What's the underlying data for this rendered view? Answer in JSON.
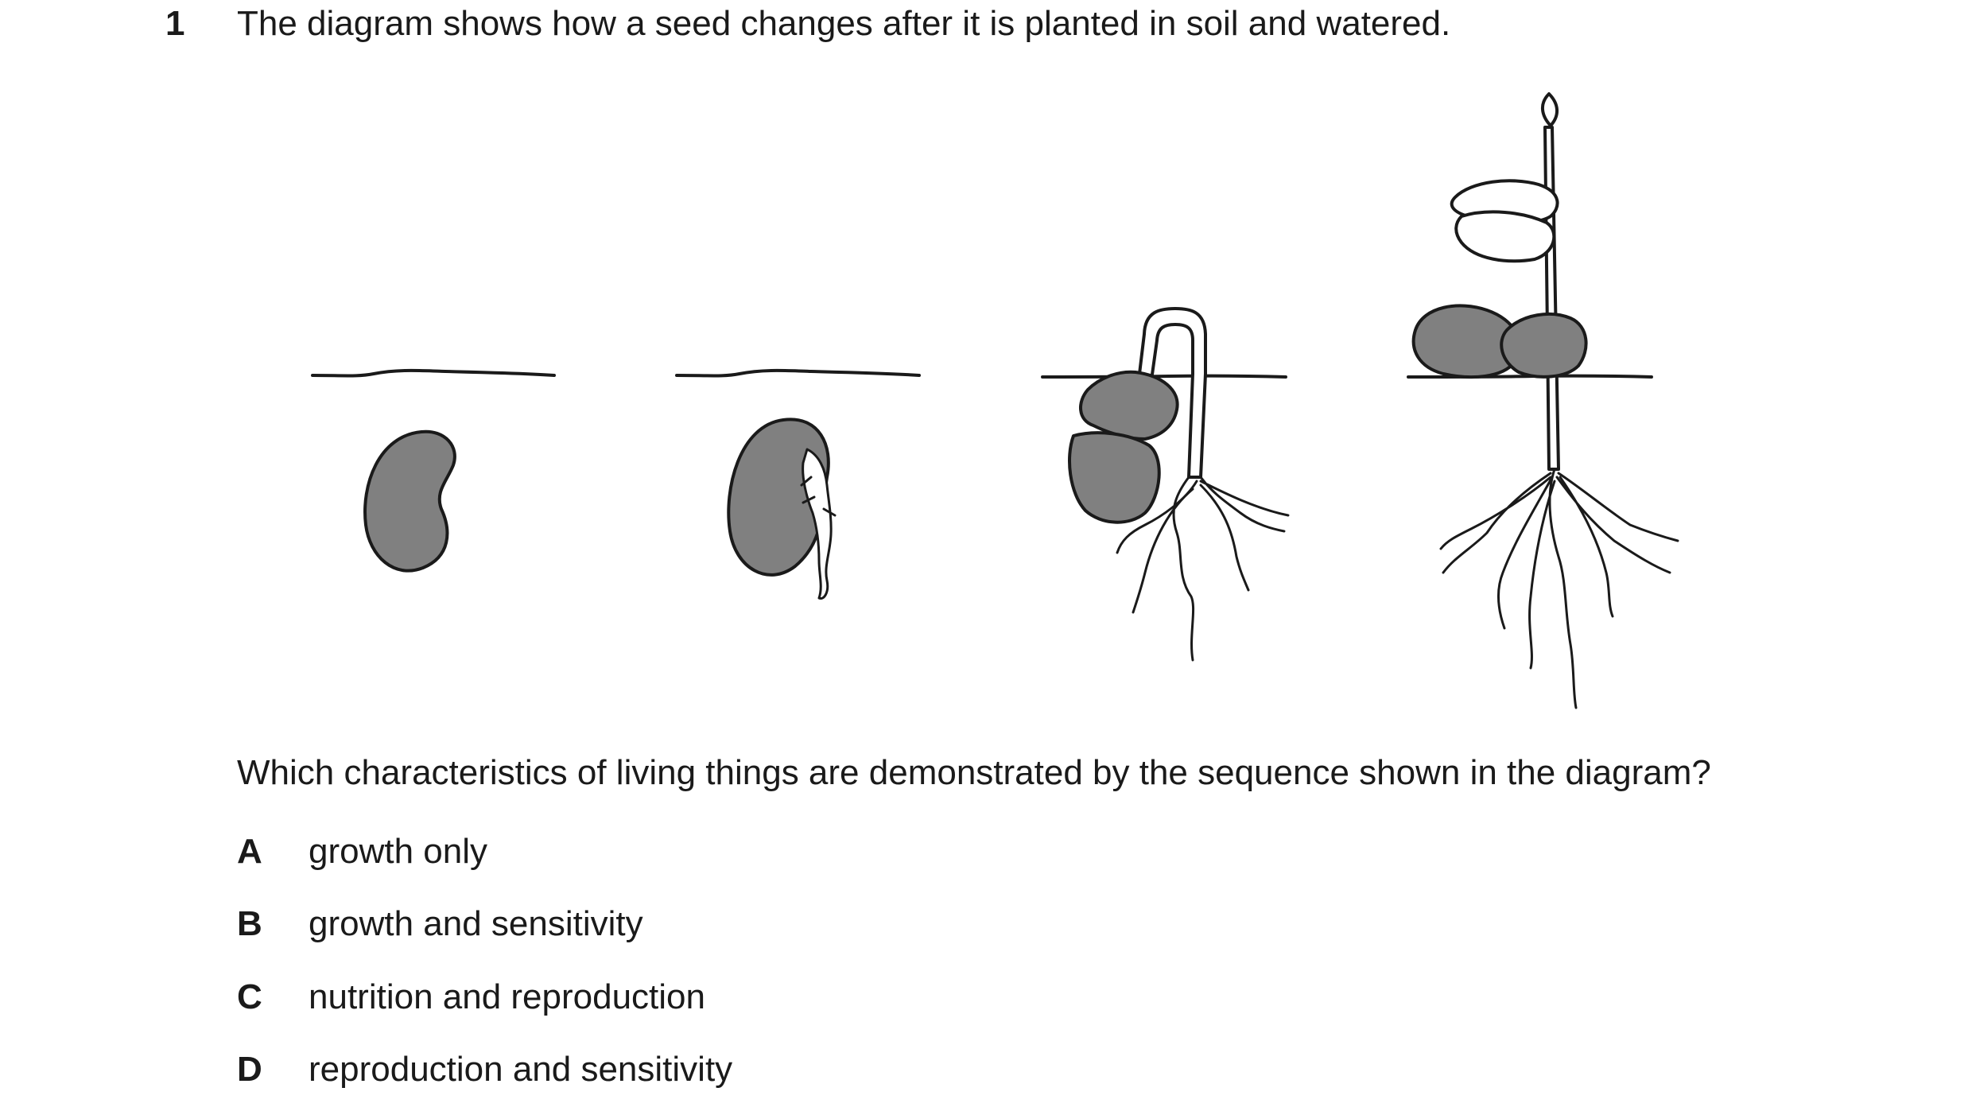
{
  "question": {
    "number": "1",
    "stem": "The diagram shows how a seed changes after it is planted in soil and watered.",
    "prompt": "Which characteristics of living things are demonstrated by the sequence shown in the diagram?"
  },
  "options": [
    {
      "letter": "A",
      "text": "growth only"
    },
    {
      "letter": "B",
      "text": "growth and sensitivity"
    },
    {
      "letter": "C",
      "text": "nutrition and reproduction"
    },
    {
      "letter": "D",
      "text": "reproduction and sensitivity"
    }
  ],
  "diagram": {
    "stages": 4,
    "seed_color": "#808080",
    "line_color": "#1a1a1a"
  }
}
